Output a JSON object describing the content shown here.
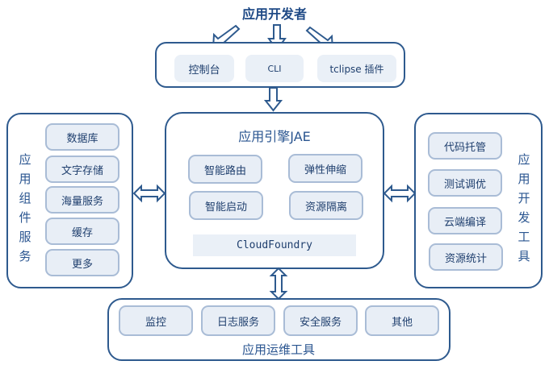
{
  "top_actor": "应用开发者",
  "access_layer": {
    "items": [
      "控制台",
      "CLI",
      "tclipse 插件"
    ]
  },
  "engine": {
    "title": "应用引擎JAE",
    "features": [
      "智能路由",
      "弹性伸缩",
      "智能启动",
      "资源隔离"
    ],
    "platform": "CloudFoundry"
  },
  "component_services": {
    "title": "应用组件服务",
    "items": [
      "数据库",
      "文字存储",
      "海量服务",
      "缓存",
      "更多"
    ]
  },
  "dev_tools": {
    "title": "应用开发工具",
    "items": [
      "代码托管",
      "测试调优",
      "云端编译",
      "资源统计"
    ]
  },
  "ops_tools": {
    "title": "应用运维工具",
    "items": [
      "监控",
      "日志服务",
      "安全服务",
      "其他"
    ]
  },
  "colors": {
    "border": "#2e5a8e",
    "pill_fill": "#e8eef6",
    "pill_border": "#a9bcd6",
    "text": "#2a5590"
  }
}
